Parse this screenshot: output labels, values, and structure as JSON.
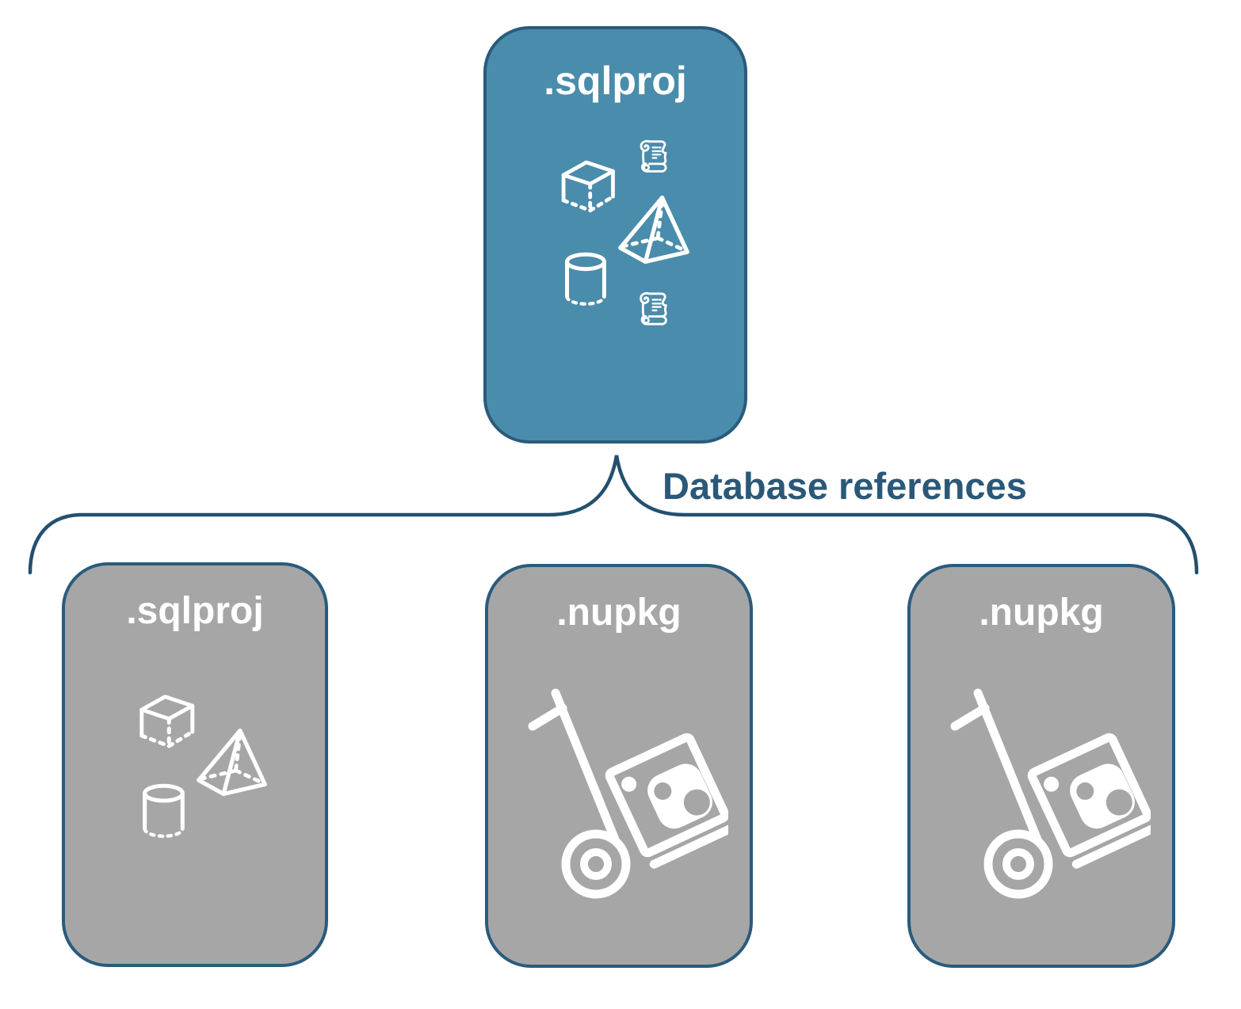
{
  "parent_card": {
    "label": ".sqlproj"
  },
  "connector": {
    "label": "Database references"
  },
  "child_cards": [
    {
      "label": ".sqlproj"
    },
    {
      "label": ".nupkg"
    },
    {
      "label": ".nupkg"
    }
  ],
  "icons": {
    "parent": [
      "scroll-icon",
      "cube-icon",
      "pyramid-icon",
      "cylinder-icon",
      "scroll-icon"
    ],
    "child_sqlproj": [
      "cube-icon",
      "pyramid-icon",
      "cylinder-icon"
    ],
    "child_nupkg": [
      "handtruck-nuget-icon"
    ]
  },
  "colors": {
    "parent_fill": "#4A8CAB",
    "child_fill": "#A6A6A6",
    "border": "#2A5B7C",
    "connector": "#23506F",
    "label_text": "#2B5878",
    "icon": "#FFFFFF"
  }
}
